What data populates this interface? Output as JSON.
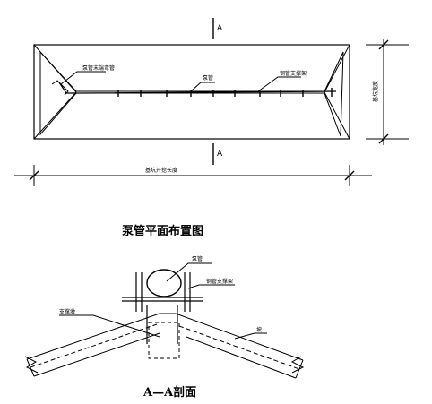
{
  "plan": {
    "section_mark_top": "A",
    "section_mark_bottom": "A",
    "label_end_elbow": "泵管末端弯管",
    "label_pump_pipe": "泵管",
    "label_steel_frame": "钢管支撑架",
    "label_width_dim": "基坑宽度",
    "label_length_dim": "基坑开挖长度"
  },
  "plan_title": "泵管平面布置图",
  "section": {
    "label_pump_pipe": "泵管",
    "label_steel_frame": "钢管支撑架",
    "label_support_pier": "支撑墩",
    "label_slope": "坡",
    "title": "A—A剖面"
  }
}
